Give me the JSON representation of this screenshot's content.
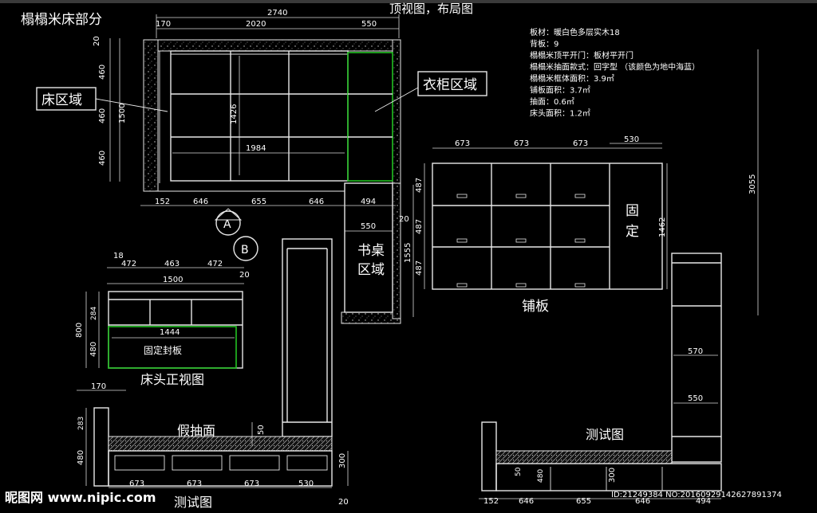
{
  "title": "榻榻米床部分",
  "top_view_title": "顶视图，布局图",
  "labels": {
    "bed_area": "床区域",
    "wardrobe_area": "衣柜区域",
    "desk_area_1": "书桌",
    "desk_area_2": "区域",
    "fixed_1": "固",
    "fixed_2": "定",
    "paving": "铺板",
    "headboard_front": "床头正视图",
    "fixed_panel": "固定封板",
    "fake_drawer": "假抽面",
    "test_1": "测试图",
    "test_2": "测试图",
    "circle_a": "A",
    "circle_b": "B"
  },
  "notes": [
    "板材：暖白色多层实木18",
    "背板：9",
    "榻榻米顶平开门：板材平开门",
    "榻榻米抽面款式：回字型 （该颜色为地中海蓝）",
    "榻榻米框体面积：3.9㎡",
    "铺板面积：3.7㎡",
    "抽面：0.6㎡",
    "床头面积：1.2㎡"
  ],
  "dims": {
    "d2740": "2740",
    "d170": "170",
    "d2020": "2020",
    "d550": "550",
    "d20": "20",
    "d460a": "460",
    "d460b": "460",
    "d460c": "460",
    "d1500": "1500",
    "d1426": "1426",
    "d1984": "1984",
    "d152": "152",
    "d646a": "646",
    "d655": "655",
    "d646b": "646",
    "d494": "494",
    "d550b": "550",
    "d20b": "20",
    "d1555": "1555",
    "p673a": "673",
    "p673b": "673",
    "p673c": "673",
    "p530": "530",
    "p487a": "487",
    "p487b": "487",
    "p487c": "487",
    "p1462": "1462",
    "p3055": "3055",
    "h18": "18",
    "h472a": "472",
    "h463": "463",
    "h472b": "472",
    "h1500": "1500",
    "h20": "20",
    "h800": "800",
    "h284": "284",
    "h480": "480",
    "h1444": "1444",
    "h170": "170",
    "f283": "283",
    "f480": "480",
    "f50": "50",
    "f300": "300",
    "f673a": "673",
    "f673b": "673",
    "f673c": "673",
    "f530": "530",
    "f20": "20",
    "r570": "570",
    "r550": "550",
    "b152": "152",
    "b646": "646",
    "b655": "655",
    "b646b": "646",
    "b494": "494",
    "b50": "50",
    "b300": "300",
    "b480": "480"
  },
  "watermark": {
    "logo": "昵图网 www.nipic.com",
    "id": "ID:21249384 NO:20160929142627891374"
  }
}
